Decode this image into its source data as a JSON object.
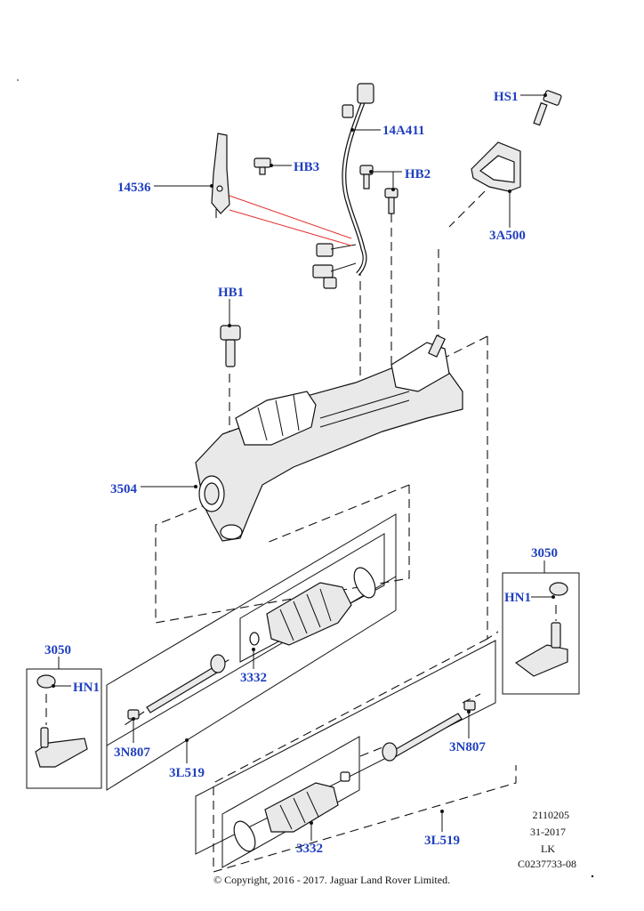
{
  "callouts": {
    "hs1": "HS1",
    "p14a411": "14A411",
    "hb3": "HB3",
    "hb2": "HB2",
    "p14536": "14536",
    "p3a500": "3A500",
    "hb1": "HB1",
    "p3504": "3504",
    "p3050_right": "3050",
    "hn1_right": "HN1",
    "p3050_left": "3050",
    "hn1_left": "HN1",
    "p3332_upper": "3332",
    "p3n807_left": "3N807",
    "p3l519_left": "3L519",
    "p3n807_right": "3N807",
    "p3332_lower": "3332",
    "p3l519_right": "3L519"
  },
  "reference": {
    "line1": "2110205",
    "line2": "31-2017",
    "line3": "LK",
    "line4": "C0237733-08"
  },
  "copyright": "© Copyright, 2016 - 2017. Jaguar Land Rover Limited.",
  "colors": {
    "label": "#1f3fbf",
    "leader_red": "#e53030"
  }
}
